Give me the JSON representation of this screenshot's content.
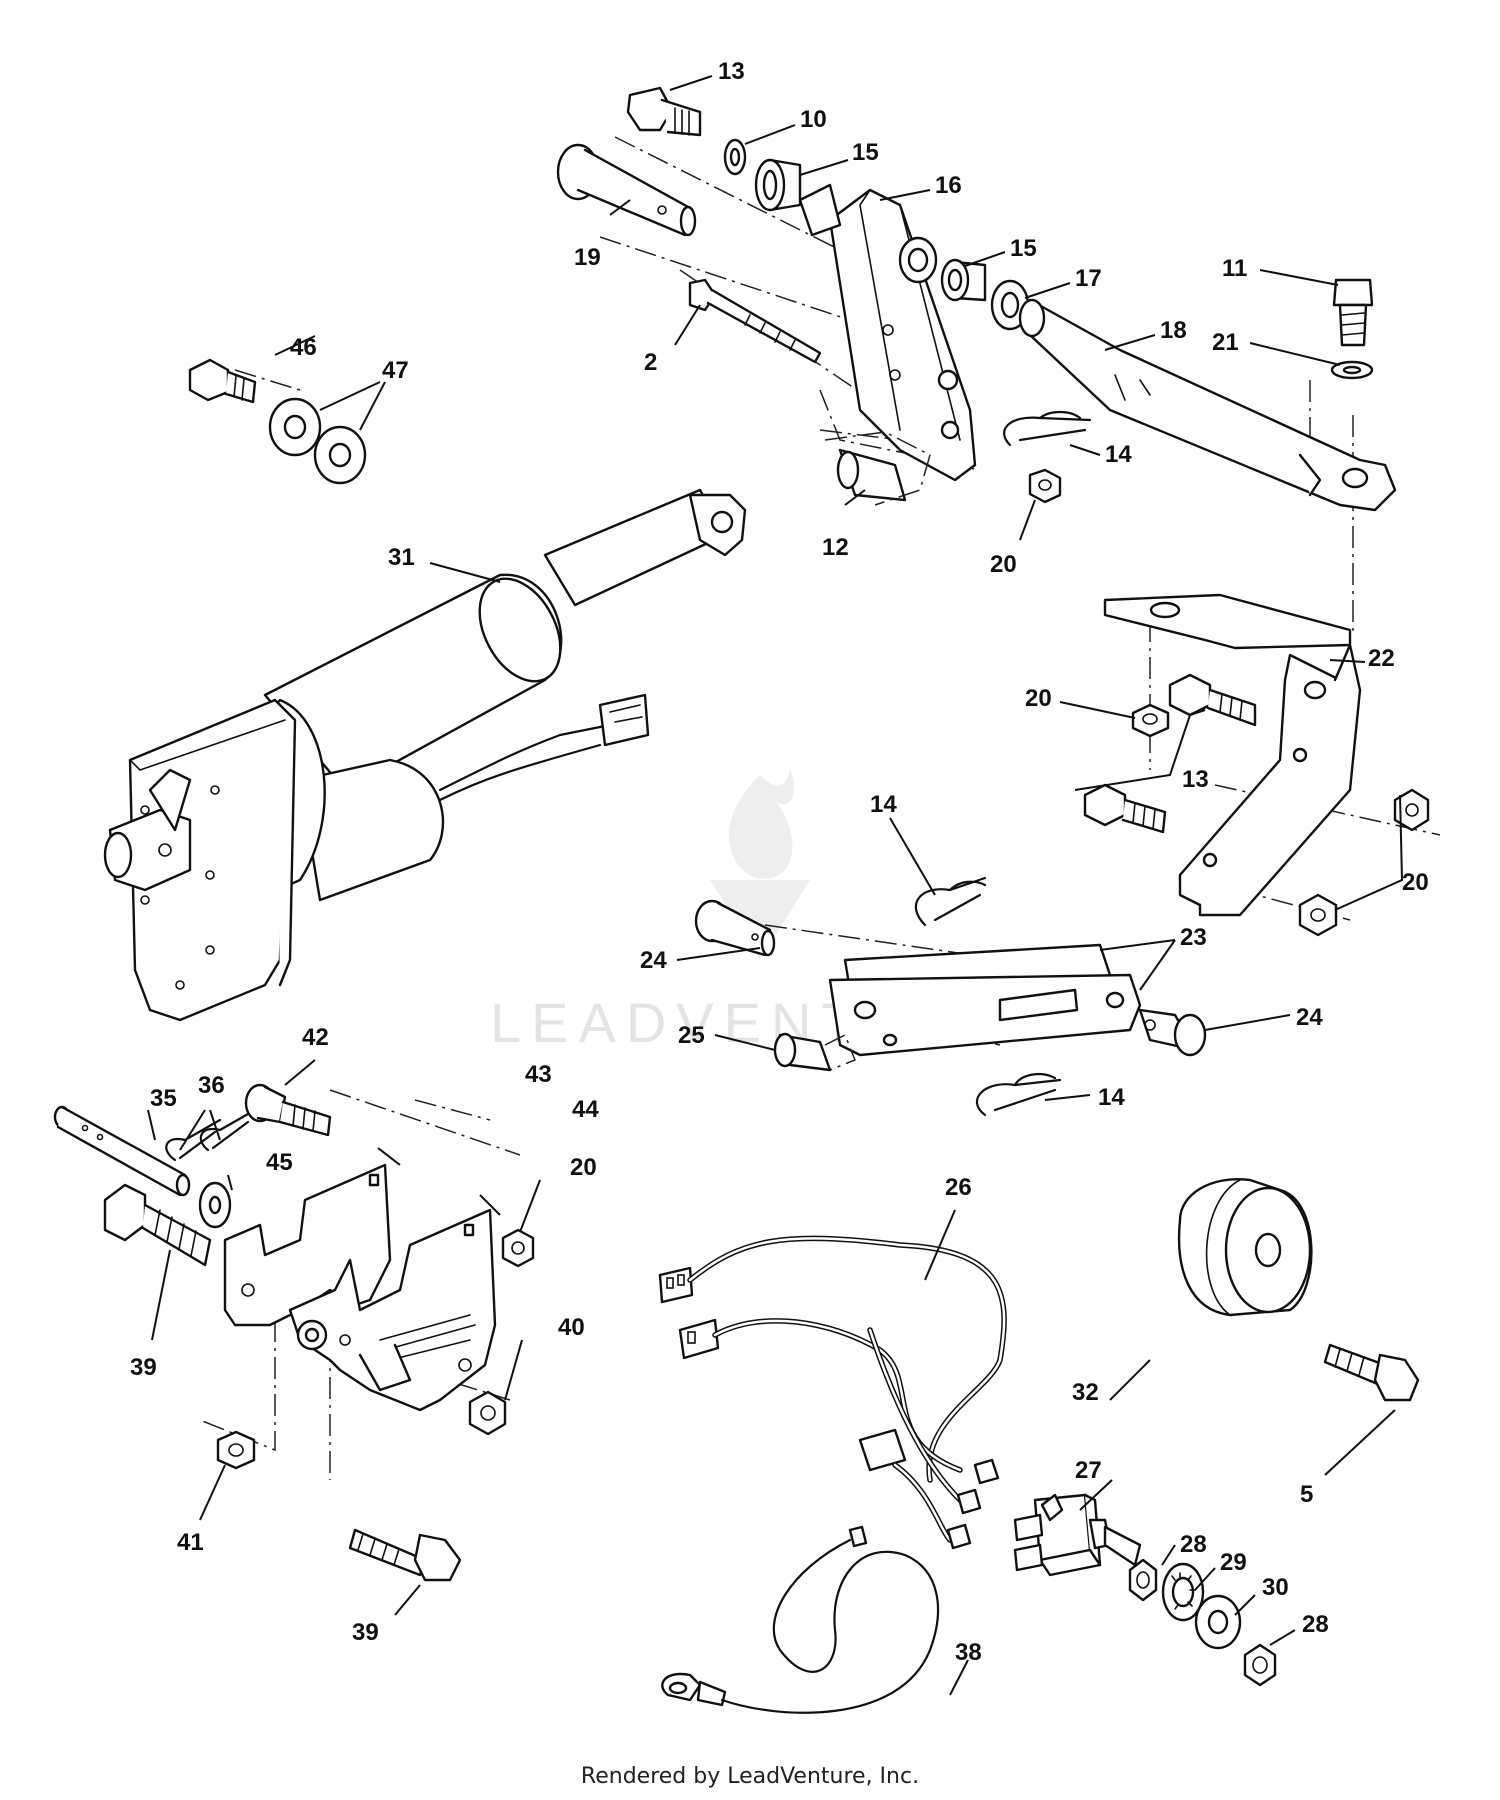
{
  "watermark": {
    "text": "LEADVENTURE"
  },
  "caption": "Rendered by LeadVenture, Inc.",
  "callouts": [
    {
      "id": "c13a",
      "label": "13"
    },
    {
      "id": "c10",
      "label": "10"
    },
    {
      "id": "c15a",
      "label": "15"
    },
    {
      "id": "c16",
      "label": "16"
    },
    {
      "id": "c19",
      "label": "19"
    },
    {
      "id": "c15b",
      "label": "15"
    },
    {
      "id": "c17",
      "label": "17"
    },
    {
      "id": "c11",
      "label": "11"
    },
    {
      "id": "c18",
      "label": "18"
    },
    {
      "id": "c21",
      "label": "21"
    },
    {
      "id": "c2",
      "label": "2"
    },
    {
      "id": "c46",
      "label": "46"
    },
    {
      "id": "c47",
      "label": "47"
    },
    {
      "id": "c14a",
      "label": "14"
    },
    {
      "id": "c12",
      "label": "12"
    },
    {
      "id": "c20a",
      "label": "20"
    },
    {
      "id": "c31",
      "label": "31"
    },
    {
      "id": "c22",
      "label": "22"
    },
    {
      "id": "c20b",
      "label": "20"
    },
    {
      "id": "c13b",
      "label": "13"
    },
    {
      "id": "c14b",
      "label": "14"
    },
    {
      "id": "c20c",
      "label": "20"
    },
    {
      "id": "c23",
      "label": "23"
    },
    {
      "id": "c24a",
      "label": "24"
    },
    {
      "id": "c24b",
      "label": "24"
    },
    {
      "id": "c25",
      "label": "25"
    },
    {
      "id": "c14c",
      "label": "14"
    },
    {
      "id": "c42",
      "label": "42"
    },
    {
      "id": "c35",
      "label": "35"
    },
    {
      "id": "c36",
      "label": "36"
    },
    {
      "id": "c43",
      "label": "43"
    },
    {
      "id": "c44",
      "label": "44"
    },
    {
      "id": "c45",
      "label": "45"
    },
    {
      "id": "c20d",
      "label": "20"
    },
    {
      "id": "c26",
      "label": "26"
    },
    {
      "id": "c39a",
      "label": "39"
    },
    {
      "id": "c40",
      "label": "40"
    },
    {
      "id": "c32",
      "label": "32"
    },
    {
      "id": "c5",
      "label": "5"
    },
    {
      "id": "c27",
      "label": "27"
    },
    {
      "id": "c41",
      "label": "41"
    },
    {
      "id": "c39b",
      "label": "39"
    },
    {
      "id": "c28a",
      "label": "28"
    },
    {
      "id": "c29",
      "label": "29"
    },
    {
      "id": "c30",
      "label": "30"
    },
    {
      "id": "c28b",
      "label": "28"
    },
    {
      "id": "c38",
      "label": "38"
    }
  ]
}
